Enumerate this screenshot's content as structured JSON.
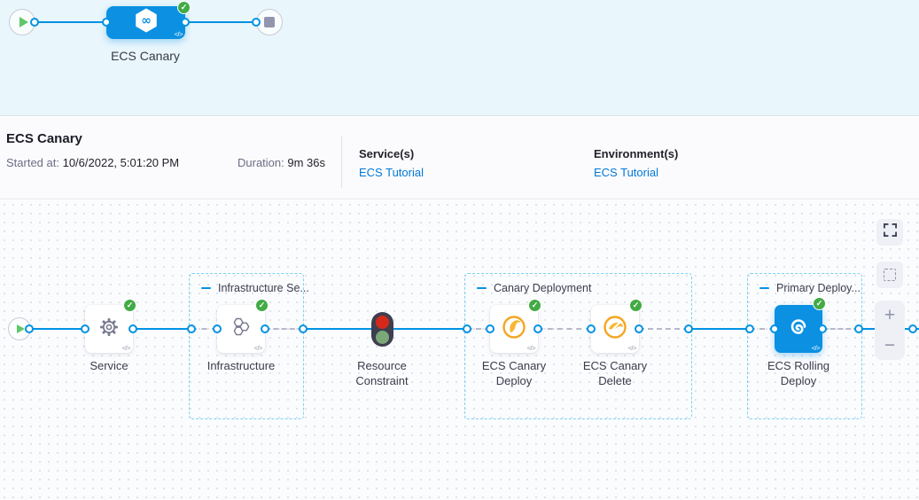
{
  "banner": {
    "stage_label": "ECS Canary"
  },
  "header": {
    "title": "ECS Canary",
    "started_label": "Started at:",
    "started_value": " 10/6/2022, 5:01:20 PM",
    "duration_label": "Duration:",
    "duration_value": " 9m 36s",
    "services_label": "Service(s)",
    "services_link": "ECS Tutorial",
    "environments_label": "Environment(s)",
    "environments_link": "ECS Tutorial"
  },
  "canvas": {
    "groups": [
      {
        "title": "Infrastructure Se..."
      },
      {
        "title": "Canary Deployment"
      },
      {
        "title": "Primary Deploy..."
      }
    ],
    "nodes": [
      {
        "label": "Service",
        "status": "success"
      },
      {
        "label": "Infrastructure",
        "status": "success"
      },
      {
        "label": "Resource Constraint",
        "status": "success"
      },
      {
        "label": "ECS Canary Deploy",
        "status": "success"
      },
      {
        "label": "ECS Canary Delete",
        "status": "success"
      },
      {
        "label": "ECS Rolling Deploy",
        "status": "success"
      }
    ],
    "controls": {
      "zoom_in": "+",
      "zoom_out": "−"
    }
  },
  "icons": {
    "check": "✓",
    "code": "</>",
    "infinity": "∞"
  },
  "colors": {
    "primary_blue": "#0092e4",
    "node_blue": "#0b90e2",
    "link_blue": "#0278d5",
    "success_green": "#42ab45",
    "canary_yellow": "#f5a623",
    "traffic_red": "#d6281a",
    "traffic_green": "#7ba877",
    "banner_bg": "#e9f6fc",
    "group_border": "#7ed2f0"
  }
}
